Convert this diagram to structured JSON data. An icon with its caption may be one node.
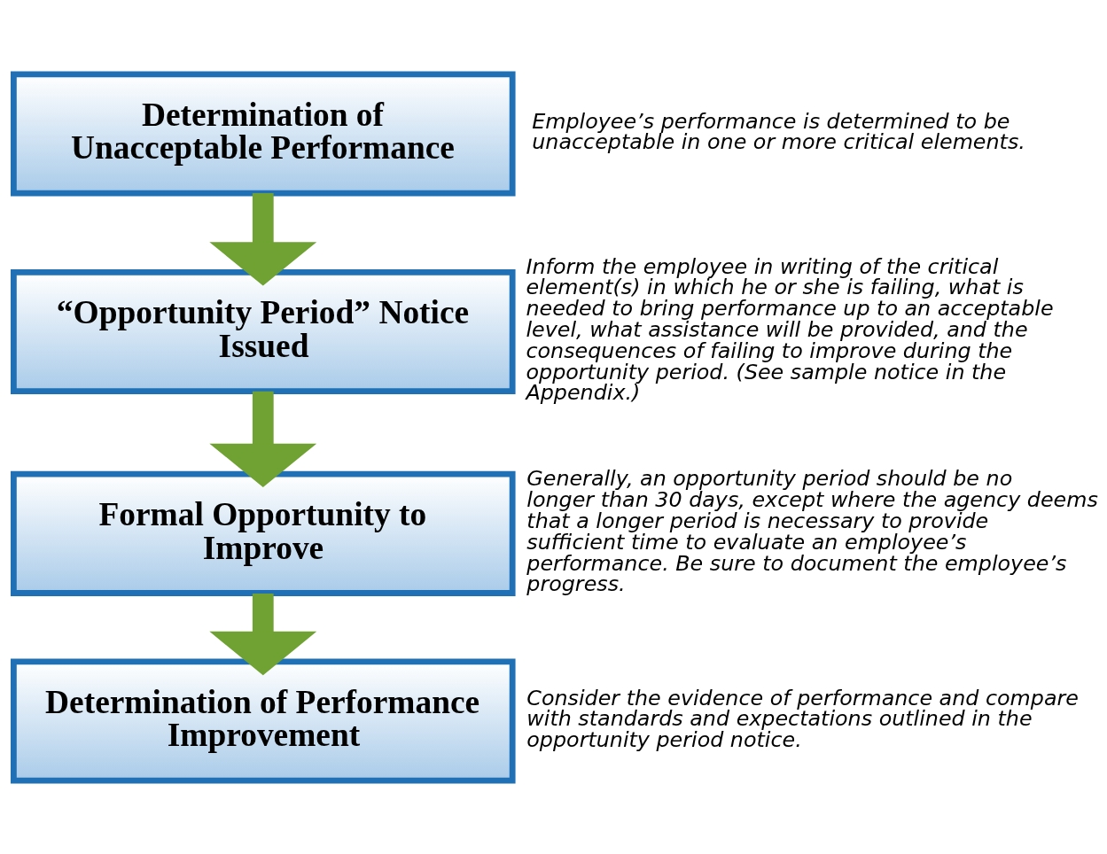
{
  "diagram": {
    "nodes": [
      {
        "text": [
          "Determination of Unacceptable Performance"
        ],
        "beside": [
          "Employee’s performance is determined to be unacceptable in one or more critical elements."
        ]
      },
      {
        "text": [
          "“Opportunity Period” Notice Issued"
        ],
        "beside": [
          "Inform the employee in writing of the critical element(s) in which he or she is failing, what is needed to bring performance up to an acceptable level, what assistance will be provided, and the consequences of failing to improve during the opportunity period. (See sample notice in the Appendix.)"
        ]
      },
      {
        "text": [
          "Formal Opportunity to Improve"
        ],
        "beside": [
          "Generally, an opportunity period should be no longer than 30 days, except where the agency deems that a longer period is necessary to provide sufficient time to evaluate an employee’s performance. Be sure to document the employee’s progress."
        ]
      },
      {
        "text": [
          "Determination of Performance Improvement"
        ],
        "beside": [
          "Consider the evidence of performance and compare with standards and expectations outlined in the opportunity period notice."
        ]
      }
    ],
    "edges": [
      {
        "from": 0,
        "to": 1,
        "arrow": "to"
      },
      {
        "from": 1,
        "to": 2,
        "arrow": "to"
      },
      {
        "from": 2,
        "to": 3,
        "arrow": "to"
      }
    ]
  }
}
